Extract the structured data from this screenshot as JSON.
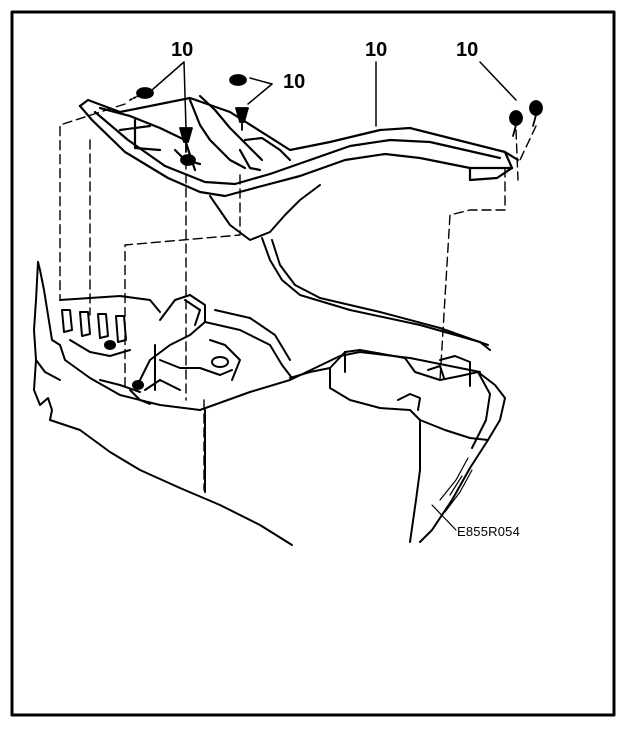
{
  "callouts": [
    {
      "label": "10"
    },
    {
      "label": "10"
    },
    {
      "label": "10"
    },
    {
      "label": "10"
    }
  ],
  "figure_id": "E855R054"
}
